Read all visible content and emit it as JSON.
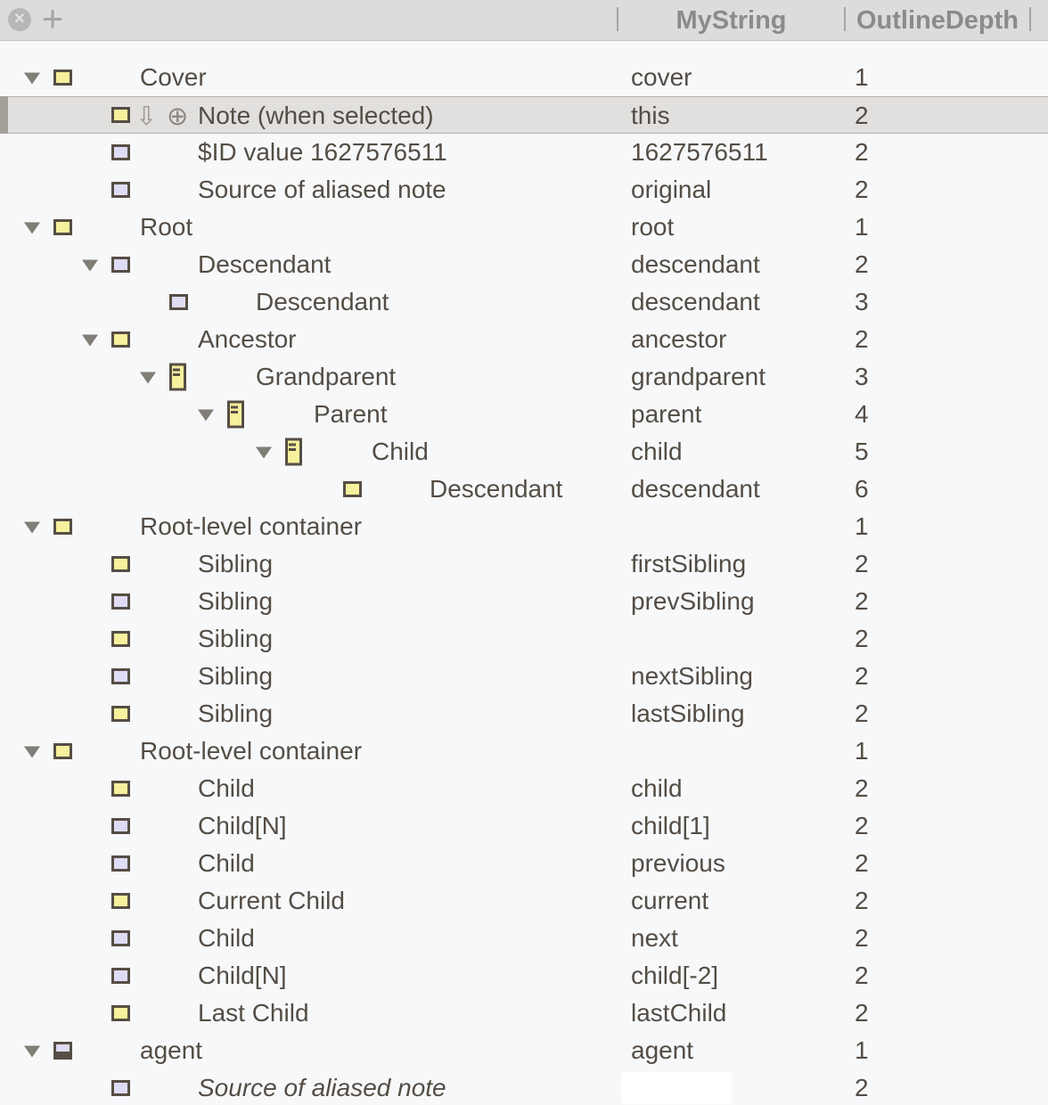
{
  "toolbar": {
    "dismiss_glyph": "✕",
    "add_glyph": "+"
  },
  "header": {
    "columns": [
      {
        "label": "MyString"
      },
      {
        "label": "OutlineDepth"
      }
    ]
  },
  "glyphs": {
    "down_arrow": "⇩",
    "circle_plus": "⊕"
  },
  "colors": {
    "background": "#f7f8fa",
    "header_bg": "#dcdcdc",
    "header_text": "#8b8b8b",
    "text": "#544d45",
    "note_yellow": "#f7f09c",
    "alias_lavender": "#dedcf5",
    "icon_border": "#564e44",
    "selection_bg": "#e1e0de",
    "selection_strip": "#a39f99"
  },
  "rows": [
    {
      "label": "Cover",
      "level": 1,
      "twisty": true,
      "icon": "square-yellow",
      "value": "cover",
      "depth": "1"
    },
    {
      "label": "Note (when selected)",
      "level": 2,
      "twisty": false,
      "icon": "square-yellow",
      "value": "this",
      "depth": "2",
      "selected": true,
      "extras": [
        "down-arrow",
        "circle-plus"
      ]
    },
    {
      "label": "$ID value 1627576511",
      "level": 2,
      "twisty": false,
      "icon": "square-lavender",
      "value": "1627576511",
      "depth": "2"
    },
    {
      "label": "Source of aliased note",
      "level": 2,
      "twisty": false,
      "icon": "square-lavender",
      "value": "original",
      "depth": "2"
    },
    {
      "label": "Root",
      "level": 1,
      "twisty": true,
      "icon": "square-yellow",
      "value": "root",
      "depth": "1"
    },
    {
      "label": "Descendant",
      "level": 2,
      "twisty": true,
      "icon": "square-lavender",
      "value": "descendant",
      "depth": "2"
    },
    {
      "label": "Descendant",
      "level": 3,
      "twisty": false,
      "icon": "square-lavender",
      "value": "descendant",
      "depth": "3"
    },
    {
      "label": "Ancestor",
      "level": 2,
      "twisty": true,
      "icon": "square-yellow",
      "value": "ancestor",
      "depth": "2"
    },
    {
      "label": "Grandparent",
      "level": 3,
      "twisty": true,
      "icon": "note-yellow",
      "value": "grandparent",
      "depth": "3"
    },
    {
      "label": "Parent",
      "level": 4,
      "twisty": true,
      "icon": "note-yellow",
      "value": "parent",
      "depth": "4"
    },
    {
      "label": "Child",
      "level": 5,
      "twisty": true,
      "icon": "note-yellow",
      "value": "child",
      "depth": "5"
    },
    {
      "label": "Descendant",
      "level": 6,
      "twisty": false,
      "icon": "square-yellow",
      "value": "descendant",
      "depth": "6"
    },
    {
      "label": "Root-level container",
      "level": 1,
      "twisty": true,
      "icon": "square-yellow",
      "value": "",
      "depth": "1"
    },
    {
      "label": "Sibling",
      "level": 2,
      "twisty": false,
      "icon": "square-yellow",
      "value": "firstSibling",
      "depth": "2"
    },
    {
      "label": "Sibling",
      "level": 2,
      "twisty": false,
      "icon": "square-lavender",
      "value": "prevSibling",
      "depth": "2"
    },
    {
      "label": "Sibling",
      "level": 2,
      "twisty": false,
      "icon": "square-yellow",
      "value": "",
      "depth": "2"
    },
    {
      "label": "Sibling",
      "level": 2,
      "twisty": false,
      "icon": "square-lavender",
      "value": "nextSibling",
      "depth": "2"
    },
    {
      "label": "Sibling",
      "level": 2,
      "twisty": false,
      "icon": "square-yellow",
      "value": "lastSibling",
      "depth": "2"
    },
    {
      "label": "Root-level container",
      "level": 1,
      "twisty": true,
      "icon": "square-yellow",
      "value": "",
      "depth": "1"
    },
    {
      "label": "Child",
      "level": 2,
      "twisty": false,
      "icon": "square-yellow",
      "value": "child",
      "depth": "2"
    },
    {
      "label": "Child[N]",
      "level": 2,
      "twisty": false,
      "icon": "square-lavender",
      "value": "child[1]",
      "depth": "2"
    },
    {
      "label": "Child",
      "level": 2,
      "twisty": false,
      "icon": "square-lavender",
      "value": "previous",
      "depth": "2"
    },
    {
      "label": "Current Child",
      "level": 2,
      "twisty": false,
      "icon": "square-yellow",
      "value": "current",
      "depth": "2"
    },
    {
      "label": "Child",
      "level": 2,
      "twisty": false,
      "icon": "square-lavender",
      "value": "next",
      "depth": "2"
    },
    {
      "label": "Child[N]",
      "level": 2,
      "twisty": false,
      "icon": "square-lavender",
      "value": "child[-2]",
      "depth": "2"
    },
    {
      "label": "Last Child",
      "level": 2,
      "twisty": false,
      "icon": "square-yellow",
      "value": "lastChild",
      "depth": "2"
    },
    {
      "label": "agent",
      "level": 1,
      "twisty": true,
      "icon": "agent-lavender",
      "value": "agent",
      "depth": "1"
    },
    {
      "label": "Source of aliased note",
      "level": 2,
      "twisty": false,
      "icon": "square-lavender",
      "value": "",
      "depth": "2",
      "italic": true,
      "value_editing": true
    }
  ]
}
